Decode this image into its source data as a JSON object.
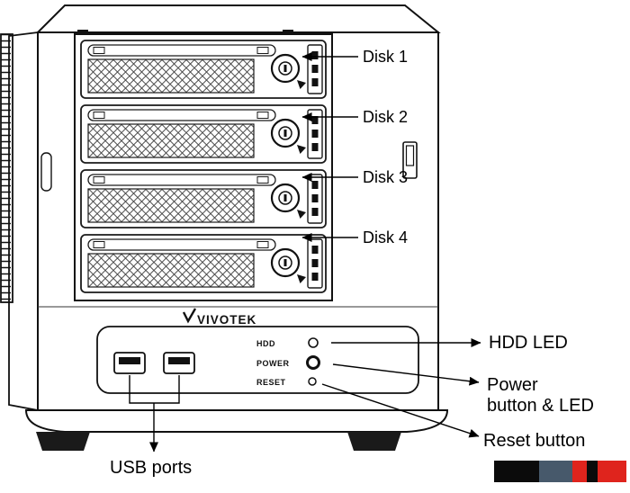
{
  "device": {
    "brand": "VIVOTEK",
    "panel": {
      "hdd": "HDD",
      "power": "POWER",
      "reset": "RESET"
    }
  },
  "callouts": {
    "disk1": "Disk 1",
    "disk2": "Disk 2",
    "disk3": "Disk 3",
    "disk4": "Disk 4",
    "hdd_led": "HDD LED",
    "power_line1": "Power",
    "power_line2": "button & LED",
    "reset": "Reset button",
    "usb": "USB ports"
  },
  "colors": {
    "line": "#111111",
    "text": "#000000"
  },
  "color_strip": {
    "segments": [
      {
        "color": "#0b0b0b",
        "w": 50
      },
      {
        "color": "#47596b",
        "w": 37
      },
      {
        "color": "#df241d",
        "w": 16
      },
      {
        "color": "#0b0b0b",
        "w": 12
      },
      {
        "color": "#df241d",
        "w": 32
      }
    ]
  }
}
